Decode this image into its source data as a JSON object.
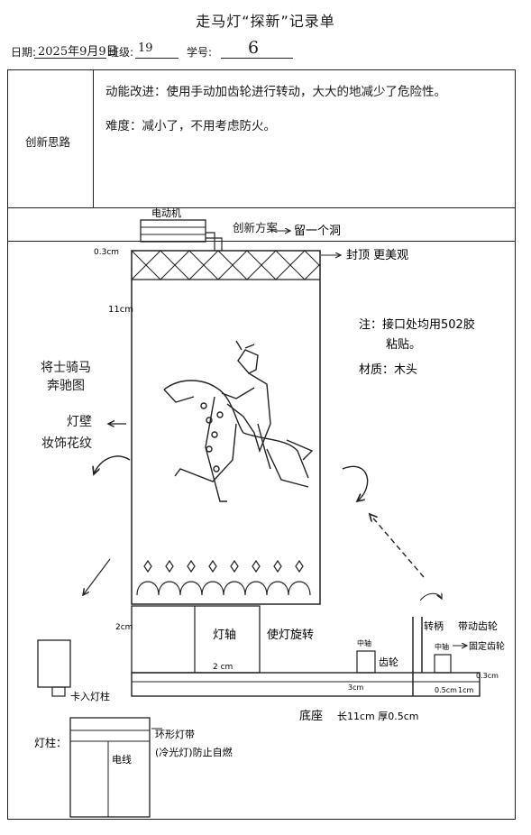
{
  "header": {
    "title": "走马灯“探新”记录单",
    "date_label": "日期:",
    "date_value": "2025年9月9日",
    "class_label": "班级:",
    "class_value": "19",
    "student_no_label": "学号:",
    "student_no_value": "6"
  },
  "table": {
    "innovation_label": "创新思路",
    "innovation_lines": [
      "动能改进：使用手动加齿轮进行转动，大大的地减少了危险性。",
      "难度：减小了，不用考虑防火。"
    ],
    "design_label": "创新方案"
  },
  "drawing": {
    "motor_label": "电动机",
    "hole_note": "留一个洞",
    "top_note": "封顶 更美观",
    "top_thickness": "0.3cm",
    "height_label": "11cm",
    "glue_note_1": "注：接口处均用502胶",
    "glue_note_2": "粘贴。",
    "material_note": "材质：木头",
    "picture_title_1": "将士骑马",
    "picture_title_2": "奔驰图",
    "wall_label": "灯壁",
    "pattern_label": "妆饰花纹",
    "shaft_label": "灯轴",
    "rotate_label": "使灯旋转",
    "shaft_height": "2cm",
    "shaft_width": "2 cm",
    "middle_axle_1": "中轴",
    "gear_label": "齿轮",
    "crank_label": "转柄",
    "crank_note": "带动齿轮",
    "middle_axle_2": "中轴",
    "fix_gear_label": "固定齿轮",
    "base_thickness_1": "0.3cm",
    "dim_3cm": "3cm",
    "dim_05cm": "0.5cm",
    "dim_1cm": "1cm",
    "base_label": "底座",
    "base_size": "长11cm 厚0.5cm",
    "post_insert": "卡入灯柱",
    "post_label": "灯柱：",
    "led_note_1": "环形灯带",
    "led_note_2": "(冷光灯)防止自燃",
    "wire_label": "电线"
  }
}
